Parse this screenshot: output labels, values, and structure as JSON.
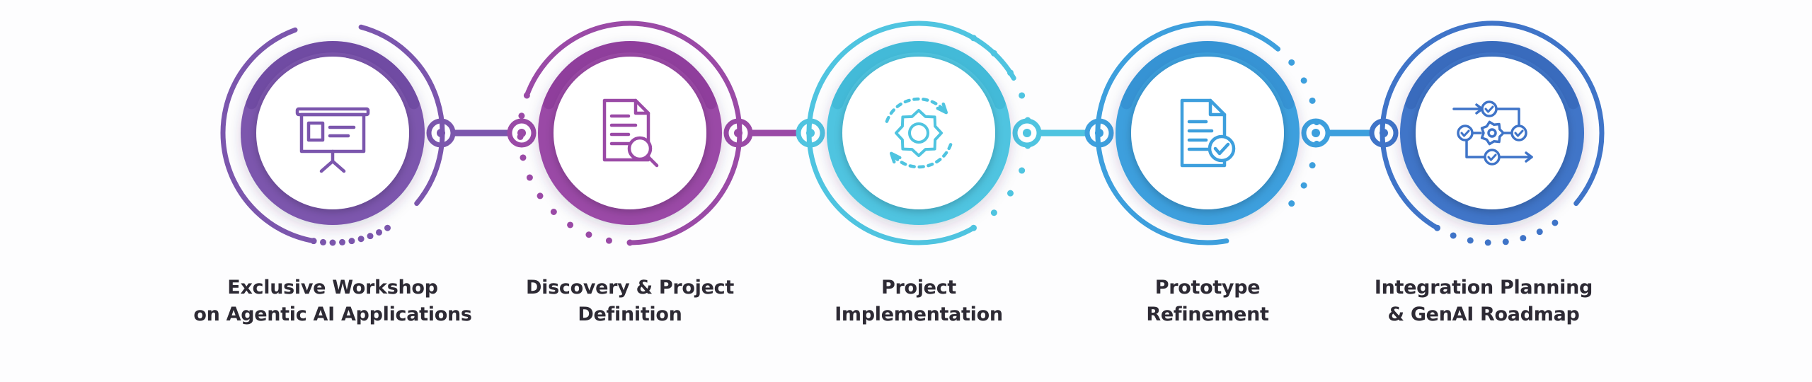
{
  "steps": [
    {
      "line1": "Exclusive Workshop",
      "line2": "on Agentic AI Applications",
      "icon": "presentation-board-icon",
      "color": "#7b56ad",
      "dark": "#5c3691"
    },
    {
      "line1": "Discovery & Project",
      "line2": "Definition",
      "icon": "document-search-icon",
      "color": "#9a4aa6",
      "dark": "#7a2c89"
    },
    {
      "line1": "Project",
      "line2": "Implementation",
      "icon": "gear-cycle-icon",
      "color": "#4fc4e0",
      "dark": "#2fa9c9"
    },
    {
      "line1": "Prototype",
      "line2": "Refinement",
      "icon": "document-check-icon",
      "color": "#3d9fdd",
      "dark": "#2a7fc2"
    },
    {
      "line1": "Integration Planning",
      "line2": "& GenAI Roadmap",
      "icon": "workflow-gear-icon",
      "color": "#3f74c8",
      "dark": "#2d58a8"
    }
  ]
}
